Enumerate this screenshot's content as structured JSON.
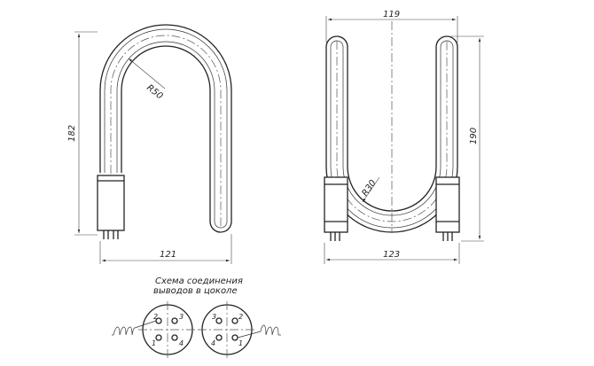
{
  "dimensions": {
    "left_height": "182",
    "left_width": "121",
    "left_radius": "R50",
    "right_top_width": "119",
    "right_height": "190",
    "right_bottom_width": "123",
    "right_radius": "R30"
  },
  "scheme": {
    "title_line1": "Схема соединения",
    "title_line2": "выводов в цоколе",
    "left_pins": [
      "2",
      "3",
      "1",
      "4"
    ],
    "right_pins": [
      "3",
      "2",
      "4",
      "1"
    ]
  }
}
